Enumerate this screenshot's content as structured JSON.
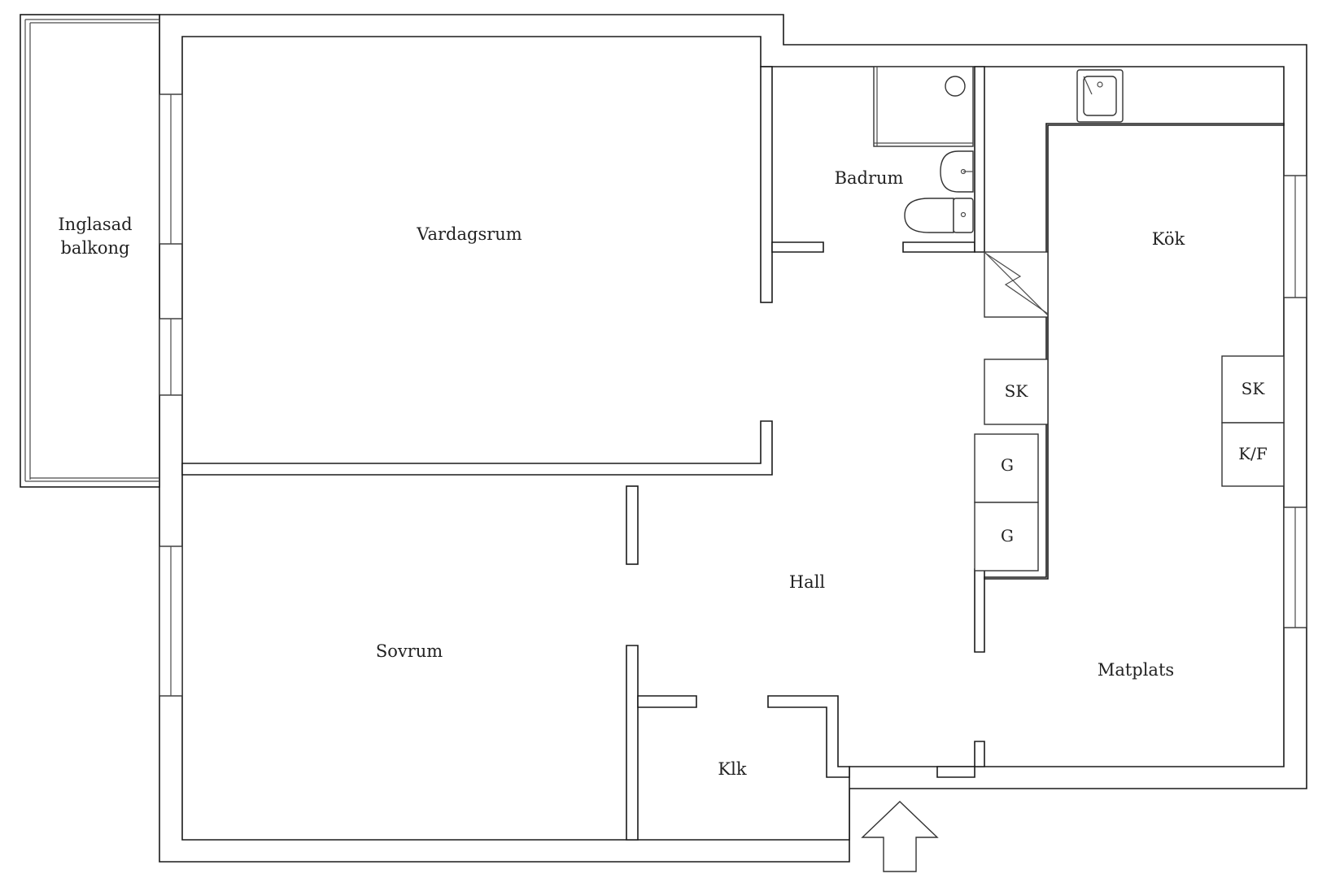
{
  "rooms": {
    "balcony_line1": "Inglasad",
    "balcony_line2": "balkong",
    "living": "Vardagsrum",
    "bathroom": "Badrum",
    "kitchen": "Kök",
    "hall": "Hall",
    "bedroom": "Sovrum",
    "dining": "Matplats",
    "closet": "Klk"
  },
  "fixtures": {
    "cabinet_hall": "SK",
    "wardrobe_1": "G",
    "wardrobe_2": "G",
    "cabinet_kitchen": "SK",
    "fridge_freezer": "K/F"
  },
  "icons": [
    "entrance-arrow-icon",
    "electrical-panel-icon",
    "shower-icon",
    "sink-icon",
    "toilet-icon",
    "kitchen-sink-icon"
  ]
}
